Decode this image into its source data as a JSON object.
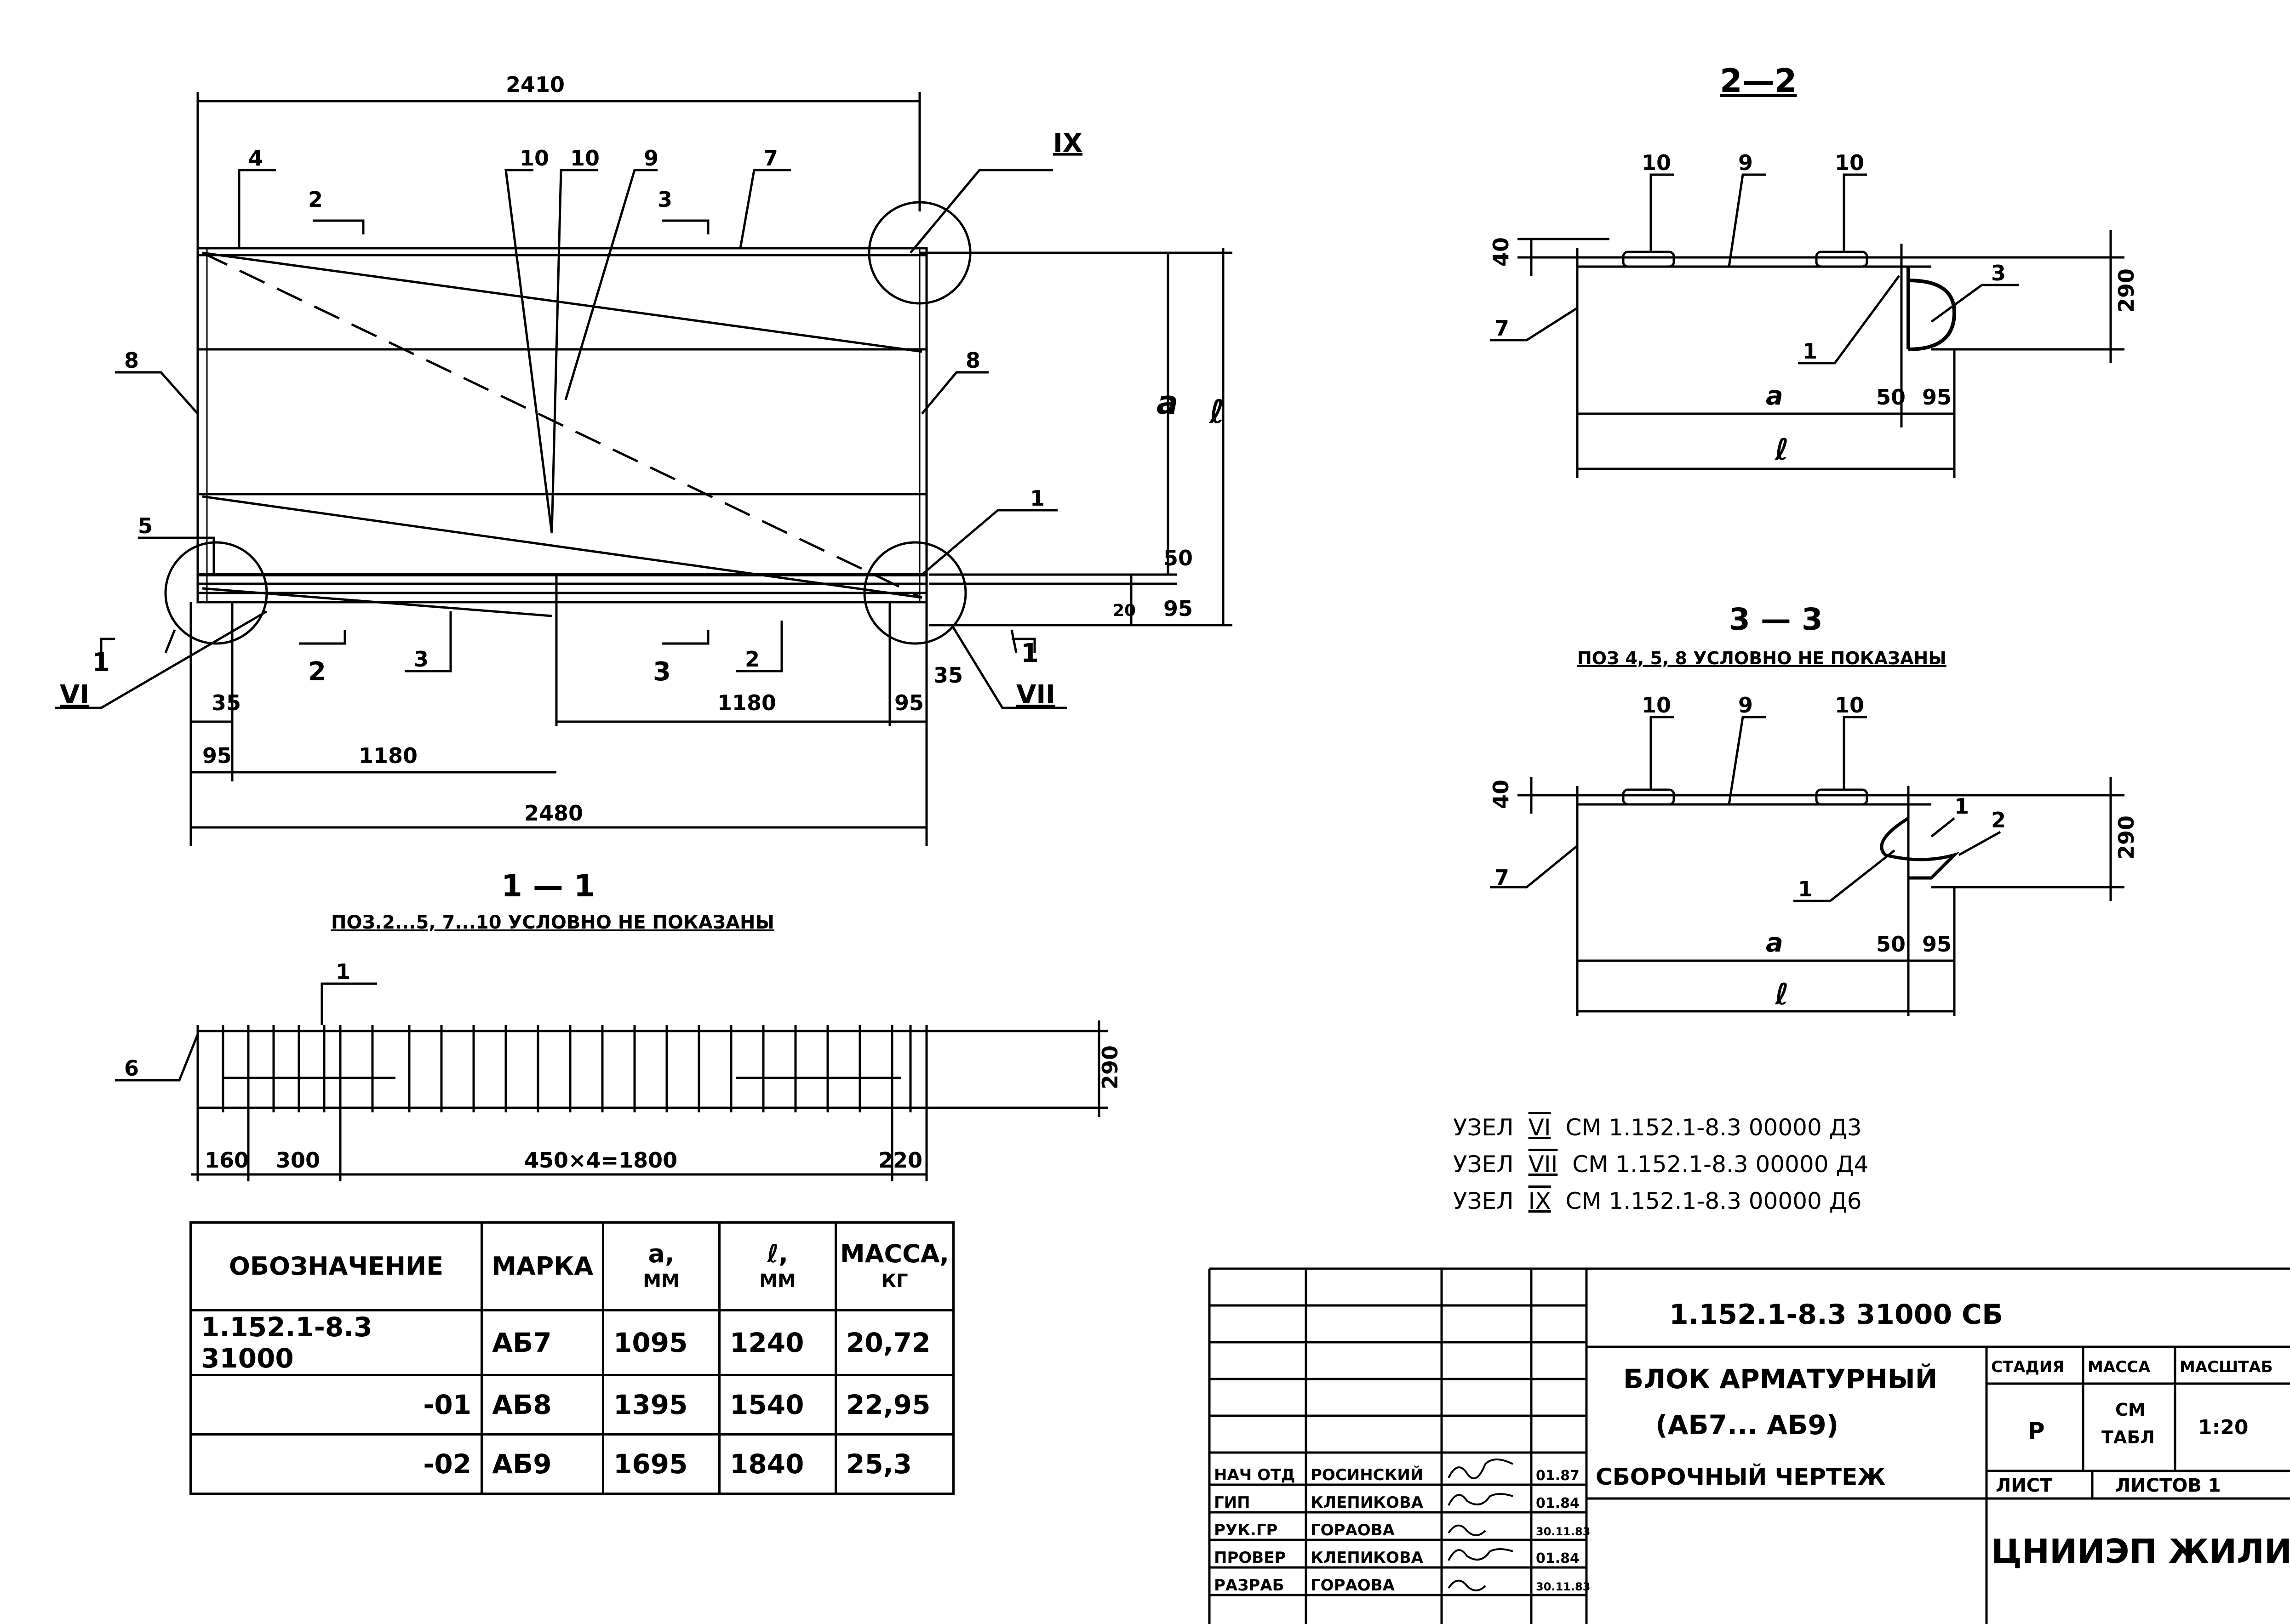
{
  "plan": {
    "dims": {
      "top": "2410",
      "bottom_total": "2480",
      "left_95": "95",
      "left_1180": "1180",
      "mid_1180": "1180",
      "right_95": "95",
      "left_35": "35",
      "right_35": "35",
      "a": "a",
      "l": "ℓ",
      "d50": "50",
      "d95": "95",
      "d20": "20"
    },
    "positions": {
      "p4": "4",
      "p2_top": "2",
      "p3_top": "3",
      "p10a": "10",
      "p10b": "10",
      "p9": "9",
      "p7": "7",
      "p8_left": "8",
      "p8_right": "8",
      "p5": "5",
      "p1": "1",
      "p2_bot": "2",
      "p3_bot": "3",
      "p3_cut": "3",
      "p2_cut": "2",
      "p1_left": "1",
      "p1_right": "1"
    },
    "nodes": {
      "vi": "VI",
      "vii": "VII",
      "ix": "IX"
    }
  },
  "section_1_1": {
    "title": "1 — 1",
    "note": "ПОЗ.2...5, 7...10 УСЛОВНО НЕ ПОКАЗАНЫ",
    "p1": "1",
    "p6": "6",
    "dims": {
      "d160": "160",
      "d300": "300",
      "dmain": "450×4=1800",
      "d220": "220",
      "h290": "290"
    }
  },
  "section_2_2": {
    "title": "2—2",
    "labels": {
      "p10a": "10",
      "p9": "9",
      "p10b": "10",
      "p7": "7",
      "p1": "1",
      "p3": "3"
    },
    "dims": {
      "d40": "40",
      "h290": "290",
      "a": "a",
      "d50": "50",
      "d95": "95",
      "l": "ℓ"
    }
  },
  "section_3_3": {
    "title": "3 — 3",
    "note": "ПОЗ 4, 5, 8 УСЛОВНО НЕ ПОКАЗАНЫ",
    "labels": {
      "p10a": "10",
      "p9": "9",
      "p10b": "10",
      "p7": "7",
      "p1a": "1",
      "p2": "2",
      "p1b": "1"
    },
    "dims": {
      "d40": "40",
      "h290": "290",
      "a": "a",
      "d50": "50",
      "d95": "95",
      "l": "ℓ"
    }
  },
  "node_refs": [
    {
      "prefix": "УЗЕЛ",
      "node": "VI",
      "text": "СМ 1.152.1-8.3  00000 Д3"
    },
    {
      "prefix": "УЗЕЛ",
      "node": "VII",
      "text": "СМ 1.152.1-8.3  00000 Д4"
    },
    {
      "prefix": "УЗЕЛ",
      "node": "IX",
      "text": "СМ 1.152.1-8.3  00000 Д6"
    }
  ],
  "spec_table": {
    "headers": {
      "designation": "ОБОЗНАЧЕНИЕ",
      "mark": "МАРКА",
      "a": "a,",
      "a_unit": "ММ",
      "l": "ℓ,",
      "l_unit": "ММ",
      "mass": "МАССА,",
      "mass_unit": "КГ"
    },
    "rows": [
      {
        "designation": "1.152.1-8.3  31000",
        "mark": "АБ7",
        "a": "1095",
        "l": "1240",
        "mass": "20,72"
      },
      {
        "designation": "-01",
        "mark": "АБ8",
        "a": "1395",
        "l": "1540",
        "mass": "22,95"
      },
      {
        "designation": "-02",
        "mark": "АБ9",
        "a": "1695",
        "l": "1840",
        "mass": "25,3"
      }
    ]
  },
  "title_block": {
    "code": "1.152.1-8.3  31000 СБ",
    "name_line1": "БЛОК АРМАТУРНЫЙ",
    "name_line2": "(АБ7... АБ9)",
    "name_line3": "СБОРОЧНЫЙ ЧЕРТЕЖ",
    "stage_label": "СТАДИЯ",
    "mass_label": "МАССА",
    "scale_label": "МАСШТАБ",
    "stage": "Р",
    "mass_value_1": "СМ",
    "mass_value_2": "ТАБЛ",
    "scale": "1:20",
    "sheet_label": "ЛИСТ",
    "sheets_label": "ЛИСТОВ 1",
    "org": "ЦНИИЭП ЖИЛИЩА",
    "staff": [
      {
        "role": "НАЧ ОТД",
        "name": "РОСИНСКИЙ",
        "date": "01.87"
      },
      {
        "role": "ГИП",
        "name": "КЛЕПИКОВА",
        "date": "01.84"
      },
      {
        "role": "РУК.ГР",
        "name": "ГОРАОВА",
        "date": "30.11.83"
      },
      {
        "role": "ПРОВЕР",
        "name": "КЛЕПИКОВА",
        "date": "01.84"
      },
      {
        "role": "РАЗРАБ",
        "name": "ГОРАОВА",
        "date": "30.11.83"
      }
    ]
  }
}
